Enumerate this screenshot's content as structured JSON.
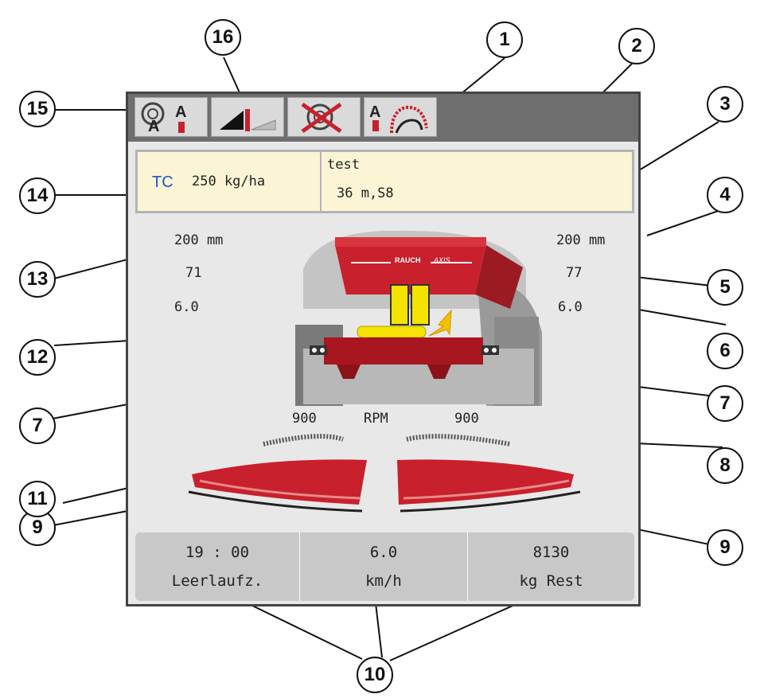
{
  "callouts": [
    "1",
    "2",
    "3",
    "4",
    "5",
    "6",
    "7",
    "7",
    "8",
    "9",
    "9",
    "10",
    "11",
    "12",
    "13",
    "14",
    "15",
    "16"
  ],
  "toolbar": {
    "icons": [
      "section-control-auto-icon",
      "spread-pattern-icon",
      "gps-off-icon",
      "auto-border-spreading-icon"
    ]
  },
  "infobox": {
    "tc_label": "TC",
    "rate": "250 kg/ha",
    "fertilizer_name": "test",
    "working_width": "36 m,S8"
  },
  "left_side": {
    "drop_point": "200 mm",
    "shutter": "71",
    "rate": "6.0"
  },
  "right_side": {
    "drop_point": "200 mm",
    "shutter": "77",
    "rate": "6.0"
  },
  "machine": {
    "brand": "RAUCH",
    "model": "AXIS"
  },
  "rpm": {
    "left": "900",
    "label": "RPM",
    "right": "900"
  },
  "bottom": [
    {
      "value": "19 : 00",
      "label": "Leerlaufz."
    },
    {
      "value": "6.0",
      "label": "km/h"
    },
    {
      "value": "8130",
      "label": "kg Rest"
    }
  ],
  "colors": {
    "accent": "#c8202c",
    "tc_blue": "#1a56c8",
    "yellow": "#f4e300"
  }
}
